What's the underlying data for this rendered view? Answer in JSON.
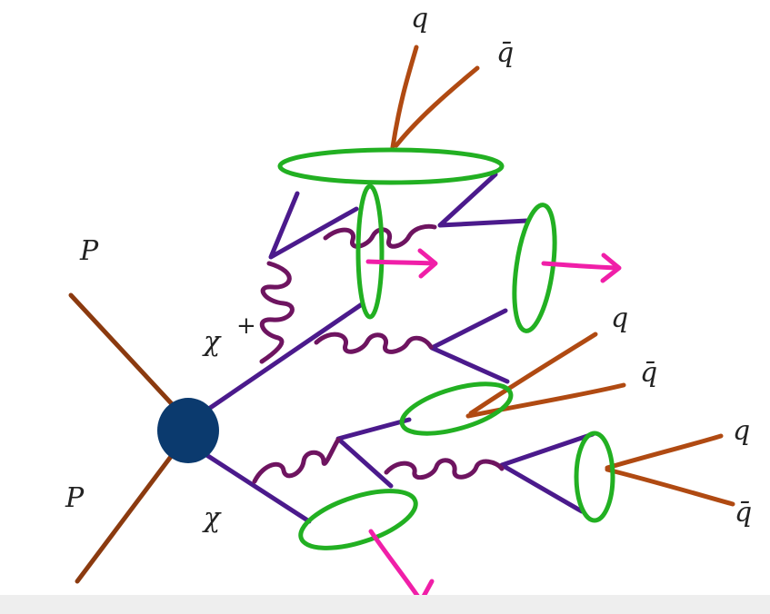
{
  "diagram": {
    "labels": {
      "p_top": "P",
      "p_bottom": "P",
      "chi_plus": "χ",
      "chi_plus_sup": "+",
      "chi": "χ",
      "q_top": "q",
      "qbar_top": "q̄",
      "q_mid": "q",
      "qbar_mid": "q̄",
      "q_right": "q",
      "qbar_right": "q̄"
    },
    "colors": {
      "proton_line": "#8B3A0F",
      "quark_line": "#B04A12",
      "chargino_line": "#4B1A8C",
      "boson_curl": "#6E1460",
      "jet_ellipse": "#22B022",
      "met_arrow": "#F01FA8",
      "vertex_blob": "#0B3A6E"
    }
  }
}
